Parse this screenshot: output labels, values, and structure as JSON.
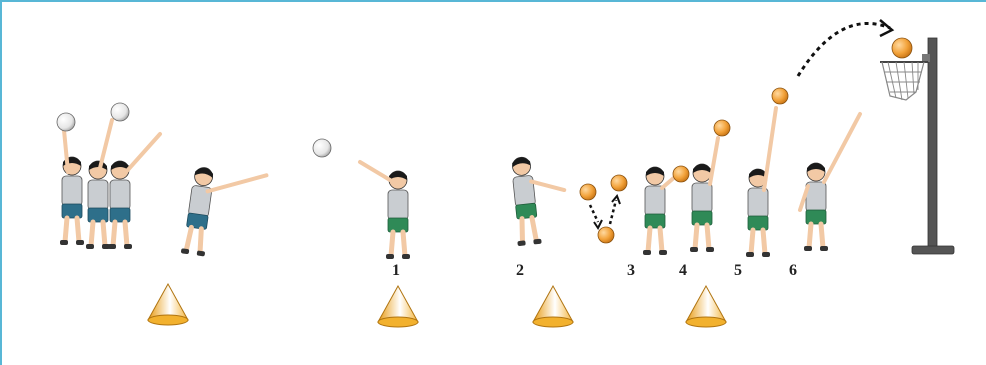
{
  "steps": {
    "s1": "1",
    "s2": "2",
    "s3": "3",
    "s4": "4",
    "s5": "5",
    "s6": "6"
  },
  "colors": {
    "frame": "#58b7d6",
    "shirt": "#c9cdd1",
    "shorts_blue": "#2e6f8a",
    "shorts_green": "#2f8a57",
    "ball_orange": "#f2a23a",
    "ball_white": "#f2f2f2",
    "cone": "#f2b12e",
    "post": "#555555",
    "skin": "#f2c9a5",
    "hair": "#1a1a1a"
  },
  "icons": [
    "player-figure",
    "basketball",
    "cone-marker",
    "basketball-hoop",
    "dotted-arrow"
  ]
}
